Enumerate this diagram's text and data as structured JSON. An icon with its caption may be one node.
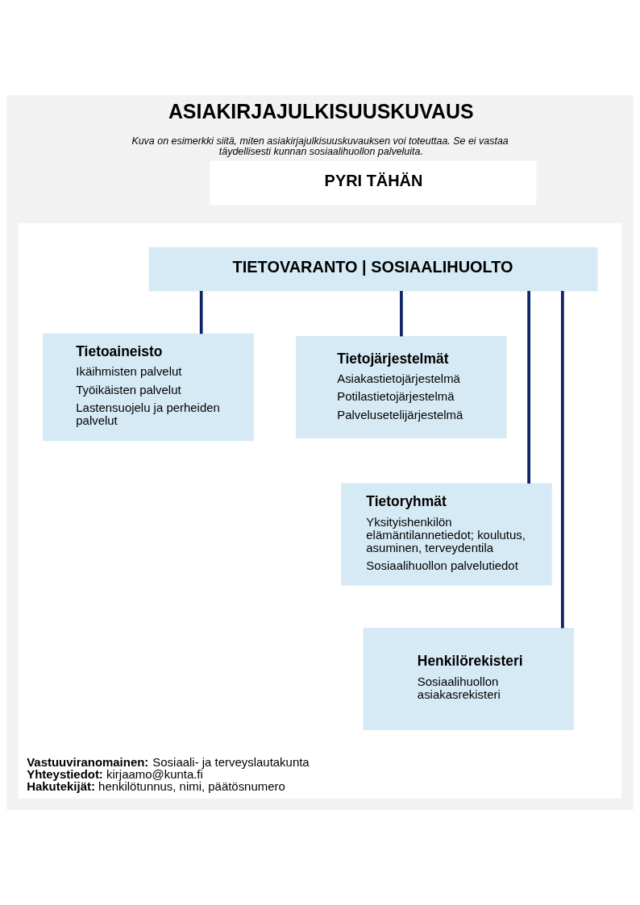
{
  "diagram": {
    "title": "ASIAKIRJAJULKISUUSKUVAUS",
    "caption": "Kuva on esimerkki siitä, miten asiakirjajulkisuuskuvauksen voi toteuttaa. Se ei vastaa täydellisesti kunnan sosiaalihuollon palveluita.",
    "nodes": [
      {
        "text": [
          "PYRI TÄHÄN"
        ]
      },
      {
        "text": [
          "**Vastuuviranomainen:** Sosiaali- ja terveyslautakunta",
          "**Yhteystiedot:** kirjaamo@kunta.fi",
          "**Hakutekijät:** henkilötunnus, nimi, päätösnumero"
        ]
      },
      {
        "text": [
          "TIETOVARANTO | SOSIAALIHUOLTO"
        ],
        "in": 1
      },
      {
        "text": [
          "Tietoaineisto",
          "Ikäihmisten palvelut",
          "Työikäisten palvelut",
          "Lastensuojelu ja perheiden palvelut"
        ],
        "in": 1
      },
      {
        "text": [
          "Tietojärjestelmät",
          "Asiakastietojärjestelmä",
          "Potilastietojärjestelmä",
          "Palvelusetelijärjestelmä"
        ],
        "in": 1
      },
      {
        "text": [
          "Tietoryhmät",
          "Yksityishenkilön elämäntilannetiedot; koulutus, asuminen, terveydentila",
          "Sosiaalihuollon palvelutiedot"
        ],
        "in": 1
      },
      {
        "text": [
          "Henkilörekisteri",
          "Sosiaalihuollon asiakasrekisteri"
        ],
        "in": 1
      }
    ],
    "edges": [
      {
        "from": 2,
        "to": 3,
        "arrow": "none"
      },
      {
        "from": 2,
        "to": 4,
        "arrow": "none"
      },
      {
        "from": 2,
        "to": 5,
        "arrow": "none"
      },
      {
        "from": 2,
        "to": 6,
        "arrow": "none"
      }
    ]
  }
}
